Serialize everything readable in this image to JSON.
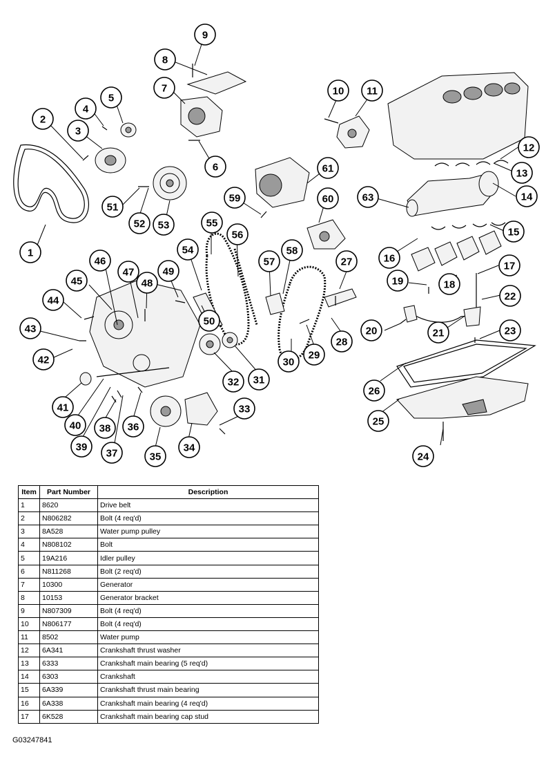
{
  "callouts": [
    {
      "label": "1"
    },
    {
      "label": "2"
    },
    {
      "label": "3"
    },
    {
      "label": "4"
    },
    {
      "label": "5"
    },
    {
      "label": "6"
    },
    {
      "label": "7"
    },
    {
      "label": "8"
    },
    {
      "label": "9"
    },
    {
      "label": "10"
    },
    {
      "label": "11"
    },
    {
      "label": "12"
    },
    {
      "label": "13"
    },
    {
      "label": "14"
    },
    {
      "label": "15"
    },
    {
      "label": "16"
    },
    {
      "label": "17"
    },
    {
      "label": "18"
    },
    {
      "label": "19"
    },
    {
      "label": "20"
    },
    {
      "label": "21"
    },
    {
      "label": "22"
    },
    {
      "label": "23"
    },
    {
      "label": "24"
    },
    {
      "label": "25"
    },
    {
      "label": "26"
    },
    {
      "label": "27"
    },
    {
      "label": "28"
    },
    {
      "label": "29"
    },
    {
      "label": "30"
    },
    {
      "label": "31"
    },
    {
      "label": "32"
    },
    {
      "label": "33"
    },
    {
      "label": "34"
    },
    {
      "label": "35"
    },
    {
      "label": "36"
    },
    {
      "label": "37"
    },
    {
      "label": "38"
    },
    {
      "label": "39"
    },
    {
      "label": "40"
    },
    {
      "label": "41"
    },
    {
      "label": "42"
    },
    {
      "label": "43"
    },
    {
      "label": "44"
    },
    {
      "label": "45"
    },
    {
      "label": "46"
    },
    {
      "label": "47"
    },
    {
      "label": "48"
    },
    {
      "label": "49"
    },
    {
      "label": "50"
    },
    {
      "label": "51"
    },
    {
      "label": "52"
    },
    {
      "label": "53"
    },
    {
      "label": "54"
    },
    {
      "label": "55"
    },
    {
      "label": "56"
    },
    {
      "label": "57"
    },
    {
      "label": "58"
    },
    {
      "label": "59"
    },
    {
      "label": "60"
    },
    {
      "label": "61"
    },
    {
      "label": "63"
    }
  ],
  "table": {
    "headers": {
      "item": "Item",
      "part_number": "Part Number",
      "description": "Description"
    },
    "rows": [
      {
        "item": "1",
        "part_number": "8620",
        "description": "Drive belt"
      },
      {
        "item": "2",
        "part_number": "N806282",
        "description": "Bolt (4 req'd)"
      },
      {
        "item": "3",
        "part_number": "8A528",
        "description": "Water pump pulley"
      },
      {
        "item": "4",
        "part_number": "N808102",
        "description": "Bolt"
      },
      {
        "item": "5",
        "part_number": "19A216",
        "description": "Idler pulley"
      },
      {
        "item": "6",
        "part_number": "N811268",
        "description": "Bolt (2 req'd)"
      },
      {
        "item": "7",
        "part_number": "10300",
        "description": "Generator"
      },
      {
        "item": "8",
        "part_number": "10153",
        "description": "Generator bracket"
      },
      {
        "item": "9",
        "part_number": "N807309",
        "description": "Bolt (4 req'd)"
      },
      {
        "item": "10",
        "part_number": "N806177",
        "description": "Bolt (4 req'd)"
      },
      {
        "item": "11",
        "part_number": "8502",
        "description": "Water pump"
      },
      {
        "item": "12",
        "part_number": "6A341",
        "description": "Crankshaft thrust washer"
      },
      {
        "item": "13",
        "part_number": "6333",
        "description": "Crankshaft main bearing (5 req'd)"
      },
      {
        "item": "14",
        "part_number": "6303",
        "description": "Crankshaft"
      },
      {
        "item": "15",
        "part_number": "6A339",
        "description": "Crankshaft thrust main bearing"
      },
      {
        "item": "16",
        "part_number": "6A338",
        "description": "Crankshaft main bearing (4 req'd)"
      },
      {
        "item": "17",
        "part_number": "6K528",
        "description": "Crankshaft main bearing cap stud"
      }
    ]
  },
  "figure_id": "G03247841"
}
